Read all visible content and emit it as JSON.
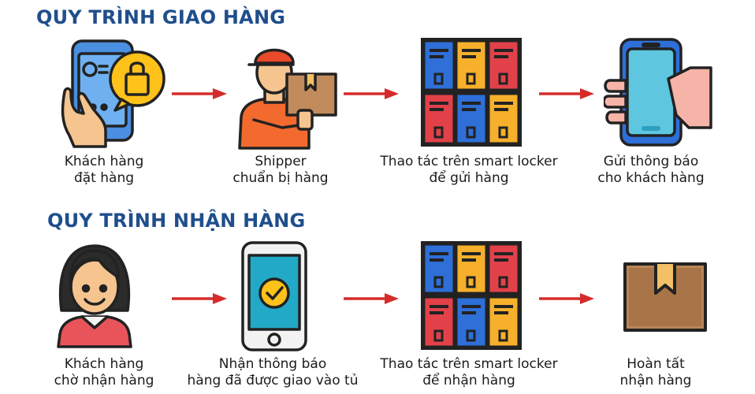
{
  "delivery": {
    "title": "QUY TRÌNH GIAO HÀNG",
    "steps": [
      {
        "line1": "Khách hàng",
        "line2": "đặt hàng"
      },
      {
        "line1": "Shipper",
        "line2": "chuẩn bị hàng"
      },
      {
        "line1": "Thao tác trên smart locker",
        "line2": "để gửi hàng"
      },
      {
        "line1": "Gửi thông báo",
        "line2": "cho khách hàng"
      }
    ]
  },
  "receiving": {
    "title": "QUY TRÌNH NHẬN HÀNG",
    "steps": [
      {
        "line1": "Khách hàng",
        "line2": "chờ nhận hàng"
      },
      {
        "line1": "Nhận thông báo",
        "line2": "hàng đã được giao vào tủ"
      },
      {
        "line1": "Thao tác trên smart locker",
        "line2": "để nhận hàng"
      },
      {
        "line1": "Hoàn tất",
        "line2": "nhận hàng"
      }
    ]
  },
  "colors": {
    "title": "#1f4e8c",
    "arrow": "#d62b2b",
    "locker_blue": "#2e6fd8",
    "locker_yellow": "#f6b02b",
    "locker_red": "#e2414a",
    "box_brown": "#b98656"
  }
}
